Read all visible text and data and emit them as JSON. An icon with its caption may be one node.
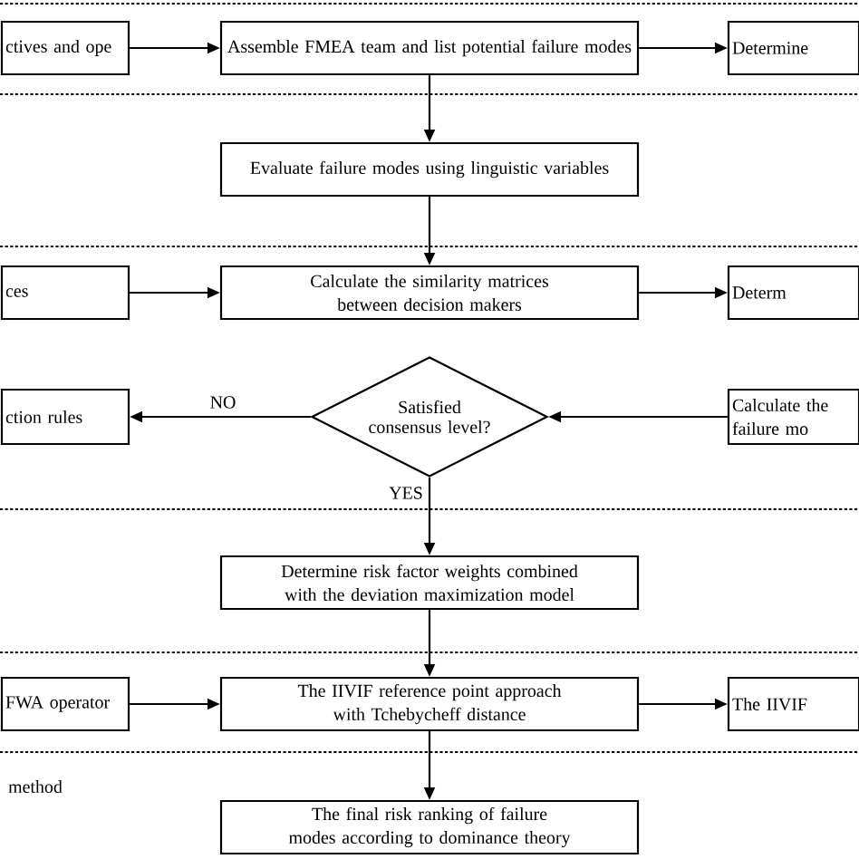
{
  "diagram": {
    "nodes": [
      {
        "text": [
          "ctives and ope"
        ]
      },
      {
        "text": [
          "Assemble FMEA team and list potential failure modes"
        ]
      },
      {
        "text": [
          "Determine"
        ]
      },
      {
        "text": [
          "Evaluate failure modes using linguistic variables"
        ]
      },
      {
        "text": [
          "ces"
        ]
      },
      {
        "text": [
          "Calculate the similarity matrices between decision makers"
        ]
      },
      {
        "text": [
          "Determ"
        ]
      },
      {
        "text": [
          "ction rules"
        ]
      },
      {
        "text": [
          "Satisfied consensus level?"
        ]
      },
      {
        "text": [
          "Calculate the failure mo"
        ]
      },
      {
        "text": [
          "Determine risk factor weights combined with the deviation maximization model"
        ]
      },
      {
        "text": [
          "FWA operator"
        ]
      },
      {
        "text": [
          "The IIVIF reference point approach with Tchebycheff distance"
        ]
      },
      {
        "text": [
          "The IIVIF"
        ]
      },
      {
        "text": [
          "The final risk ranking of failure modes according to dominance theory"
        ]
      }
    ],
    "edges": [
      {
        "from": 0,
        "to": 1,
        "arrow": "to"
      },
      {
        "from": 1,
        "to": 2,
        "arrow": "to"
      },
      {
        "from": 1,
        "to": 3,
        "arrow": "to"
      },
      {
        "from": 3,
        "to": 5,
        "arrow": "to"
      },
      {
        "from": 4,
        "to": 5,
        "arrow": "to"
      },
      {
        "from": 5,
        "to": 6,
        "arrow": "to"
      },
      {
        "from": 8,
        "to": 7,
        "arrow": "to",
        "label": "NO"
      },
      {
        "from": 9,
        "to": 8,
        "arrow": "to"
      },
      {
        "from": 8,
        "to": 10,
        "arrow": "to",
        "label": "YES"
      },
      {
        "from": 10,
        "to": 12,
        "arrow": "to"
      },
      {
        "from": 11,
        "to": 12,
        "arrow": "to"
      },
      {
        "from": 12,
        "to": 13,
        "arrow": "to"
      },
      {
        "from": 12,
        "to": 14,
        "arrow": "to"
      }
    ],
    "labels": [
      "method"
    ]
  }
}
